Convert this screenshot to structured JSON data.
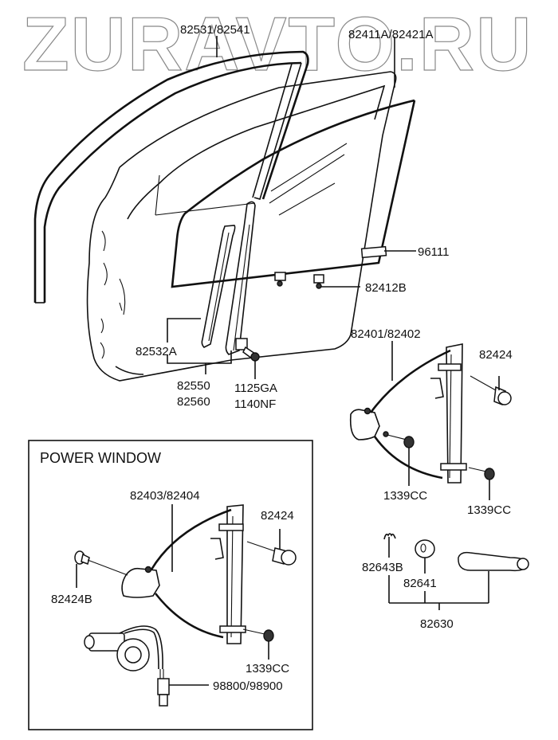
{
  "watermark": "ZURAVTO.RU",
  "diagram": {
    "type": "exploded parts diagram",
    "subject": "Front door window glass and regulator",
    "callouts": {
      "door_channel": "82531/82541",
      "door_glass": "82411A/82421A",
      "label_sticker": "96111",
      "glass_holder": "82412B",
      "run_channel": "82532A",
      "channel_assy_a": "82550",
      "channel_assy_b": "82560",
      "bolt_a": "1125GA",
      "bolt_b": "1140NF",
      "manual_regulator": "82401/82402",
      "regulator_bolt": "82424",
      "nut_left": "1339CC",
      "nut_right": "1339CC",
      "handle_clip": "82643B",
      "handle_washer": "82641",
      "handle_assy": "82630"
    },
    "power_window": {
      "title": "POWER WINDOW",
      "callouts": {
        "power_regulator": "82403/82404",
        "regulator_bolt": "82424",
        "bolt_b": "82424B",
        "nut": "1339CC",
        "motor": "98800/98900"
      }
    }
  }
}
